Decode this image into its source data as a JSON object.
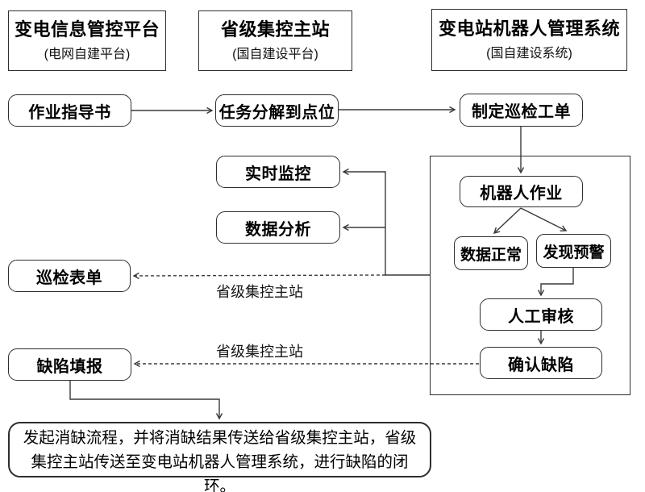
{
  "diagram": {
    "columns": [
      {
        "title": "变电信息管控平台",
        "subtitle": "(电网自建平台)"
      },
      {
        "title": "省级集控主站",
        "subtitle": "(国自建设平台)"
      },
      {
        "title": "变电站机器人管理系统",
        "subtitle": "(国自建设系统)"
      }
    ],
    "nodes": {
      "work_guide": "作业指导书",
      "task_decompose": "任务分解到点位",
      "create_order": "制定巡检工单",
      "realtime_monitor": "实时监控",
      "data_analysis": "数据分析",
      "inspection_form": "巡检表单",
      "defect_report": "缺陷填报",
      "robot_work": "机器人作业",
      "data_normal": "数据正常",
      "alarm_found": "发现预警",
      "manual_review": "人工审核",
      "confirm_defect": "确认缺陷"
    },
    "edge_labels": {
      "to_inspection_form": "省级集控主站",
      "to_defect_report": "省级集控主站"
    },
    "footer_note": "发起消缺流程，并将消缺结果传送给省级集控主站，省级集控主站传送至变电站机器人管理系统，进行缺陷的闭环。"
  },
  "colors": {
    "line": "#3a3a3a",
    "border": "#2e2e2e",
    "background": "#ffffff"
  }
}
